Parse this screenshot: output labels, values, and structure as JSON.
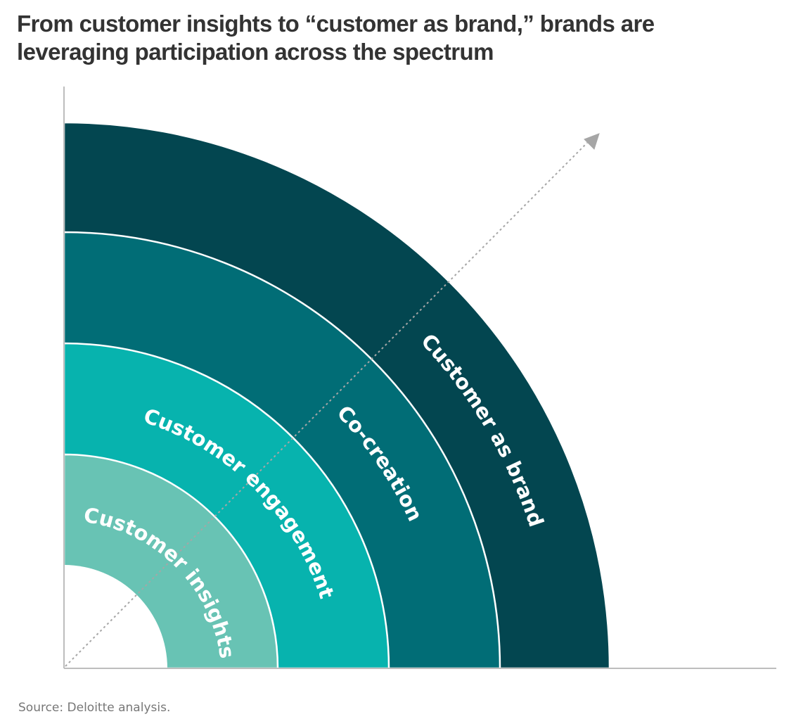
{
  "header": {
    "title": "From customer insights to “customer as brand,” brands are leveraging participation across the spectrum"
  },
  "diagram": {
    "rings": [
      {
        "label": "Customer insights",
        "color": "#68C3B4"
      },
      {
        "label": "Customer engagement",
        "color": "#07B3AE"
      },
      {
        "label": "Co-creation",
        "color": "#016D76"
      },
      {
        "label": "Customer as brand",
        "color": "#034650"
      }
    ],
    "axis_color": "#BDBDBD",
    "arrow_color": "#A6A6A6"
  },
  "footer": {
    "source": "Source: Deloitte analysis."
  }
}
